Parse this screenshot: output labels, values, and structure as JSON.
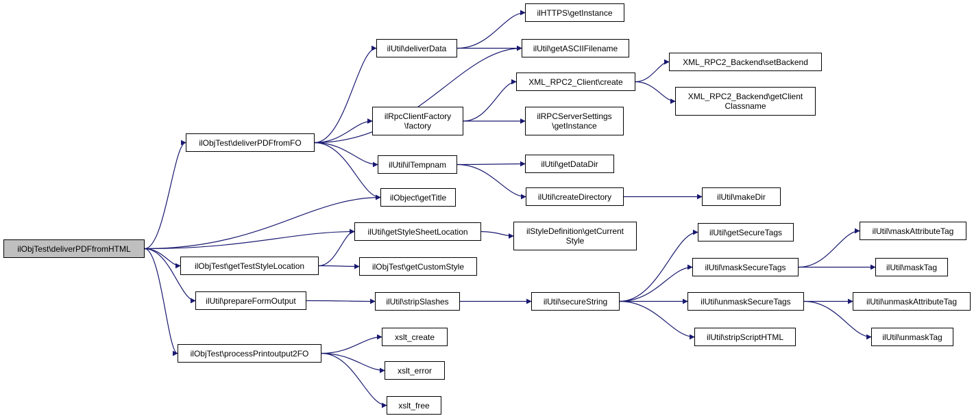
{
  "diagram": {
    "type": "call-graph",
    "colors": {
      "edge": "#191970",
      "root_fill": "#bfbfbf",
      "node_fill": "#ffffff",
      "border": "#000000"
    },
    "nodes": [
      {
        "id": "root",
        "lines": [
          "ilObjTest\\deliverPDFfromHTML"
        ],
        "root": true
      },
      {
        "id": "deliverPDFfromFO",
        "lines": [
          "ilObjTest\\deliverPDFfromFO"
        ]
      },
      {
        "id": "getStyleSheetLocation",
        "lines": [
          "ilUtil\\getStyleSheetLocation"
        ]
      },
      {
        "id": "getTestStyleLocation",
        "lines": [
          "ilObjTest\\getTestStyleLocation"
        ]
      },
      {
        "id": "prepareFormOutput",
        "lines": [
          "ilUtil\\prepareFormOutput"
        ]
      },
      {
        "id": "processPrintoutput2FO",
        "lines": [
          "ilObjTest\\processPrintoutput2FO"
        ]
      },
      {
        "id": "deliverData",
        "lines": [
          "ilUtil\\deliverData"
        ]
      },
      {
        "id": "factory",
        "lines": [
          "ilRpcClientFactory",
          "\\factory"
        ]
      },
      {
        "id": "ilTempnam",
        "lines": [
          "ilUtil\\ilTempnam"
        ]
      },
      {
        "id": "getTitle",
        "lines": [
          "ilObject\\getTitle"
        ]
      },
      {
        "id": "getCurrentStyle",
        "lines": [
          "ilStyleDefinition\\getCurrent",
          "Style"
        ]
      },
      {
        "id": "getCustomStyle",
        "lines": [
          "ilObjTest\\getCustomStyle"
        ]
      },
      {
        "id": "stripSlashes",
        "lines": [
          "ilUtil\\stripSlashes"
        ]
      },
      {
        "id": "xslt_create",
        "lines": [
          "xslt_create"
        ]
      },
      {
        "id": "xslt_error",
        "lines": [
          "xslt_error"
        ]
      },
      {
        "id": "xslt_free",
        "lines": [
          "xslt_free"
        ]
      },
      {
        "id": "httpsGetInstance",
        "lines": [
          "ilHTTPS\\getInstance"
        ]
      },
      {
        "id": "getASCIIFilename",
        "lines": [
          "ilUtil\\getASCIIFilename"
        ]
      },
      {
        "id": "clientCreate",
        "lines": [
          "XML_RPC2_Client\\create"
        ]
      },
      {
        "id": "rpcServerGetInstance",
        "lines": [
          "ilRPCServerSettings",
          "\\getInstance"
        ]
      },
      {
        "id": "getDataDir",
        "lines": [
          "ilUtil\\getDataDir"
        ]
      },
      {
        "id": "createDirectory",
        "lines": [
          "ilUtil\\createDirectory"
        ]
      },
      {
        "id": "secureString",
        "lines": [
          "ilUtil\\secureString"
        ]
      },
      {
        "id": "setBackend",
        "lines": [
          "XML_RPC2_Backend\\setBackend"
        ]
      },
      {
        "id": "getClientClassname",
        "lines": [
          "XML_RPC2_Backend\\getClient",
          "Classname"
        ]
      },
      {
        "id": "makeDir",
        "lines": [
          "ilUtil\\makeDir"
        ]
      },
      {
        "id": "getSecureTags",
        "lines": [
          "ilUtil\\getSecureTags"
        ]
      },
      {
        "id": "maskSecureTags",
        "lines": [
          "ilUtil\\maskSecureTags"
        ]
      },
      {
        "id": "unmaskSecureTags",
        "lines": [
          "ilUtil\\unmaskSecureTags"
        ]
      },
      {
        "id": "stripScriptHTML",
        "lines": [
          "ilUtil\\stripScriptHTML"
        ]
      },
      {
        "id": "maskAttributeTag",
        "lines": [
          "ilUtil\\maskAttributeTag"
        ]
      },
      {
        "id": "maskTag",
        "lines": [
          "ilUtil\\maskTag"
        ]
      },
      {
        "id": "unmaskAttributeTag",
        "lines": [
          "ilUtil\\unmaskAttributeTag"
        ]
      },
      {
        "id": "unmaskTag",
        "lines": [
          "ilUtil\\unmaskTag"
        ]
      }
    ],
    "edges": [
      [
        "root",
        "deliverPDFfromFO"
      ],
      [
        "root",
        "getTitle"
      ],
      [
        "root",
        "getStyleSheetLocation"
      ],
      [
        "root",
        "getTestStyleLocation"
      ],
      [
        "root",
        "prepareFormOutput"
      ],
      [
        "root",
        "processPrintoutput2FO"
      ],
      [
        "deliverPDFfromFO",
        "deliverData"
      ],
      [
        "deliverPDFfromFO",
        "getASCIIFilename"
      ],
      [
        "deliverPDFfromFO",
        "factory"
      ],
      [
        "deliverPDFfromFO",
        "ilTempnam"
      ],
      [
        "deliverPDFfromFO",
        "getTitle"
      ],
      [
        "deliverData",
        "httpsGetInstance"
      ],
      [
        "deliverData",
        "getASCIIFilename"
      ],
      [
        "factory",
        "clientCreate"
      ],
      [
        "factory",
        "rpcServerGetInstance"
      ],
      [
        "clientCreate",
        "setBackend"
      ],
      [
        "clientCreate",
        "getClientClassname"
      ],
      [
        "ilTempnam",
        "getDataDir"
      ],
      [
        "ilTempnam",
        "createDirectory"
      ],
      [
        "createDirectory",
        "makeDir"
      ],
      [
        "getStyleSheetLocation",
        "getCurrentStyle"
      ],
      [
        "getTestStyleLocation",
        "getStyleSheetLocation"
      ],
      [
        "getTestStyleLocation",
        "getCustomStyle"
      ],
      [
        "prepareFormOutput",
        "stripSlashes"
      ],
      [
        "stripSlashes",
        "secureString"
      ],
      [
        "secureString",
        "getSecureTags"
      ],
      [
        "secureString",
        "maskSecureTags"
      ],
      [
        "secureString",
        "unmaskSecureTags"
      ],
      [
        "secureString",
        "stripScriptHTML"
      ],
      [
        "maskSecureTags",
        "maskAttributeTag"
      ],
      [
        "maskSecureTags",
        "maskTag"
      ],
      [
        "unmaskSecureTags",
        "unmaskAttributeTag"
      ],
      [
        "unmaskSecureTags",
        "unmaskTag"
      ],
      [
        "processPrintoutput2FO",
        "xslt_create"
      ],
      [
        "processPrintoutput2FO",
        "xslt_error"
      ],
      [
        "processPrintoutput2FO",
        "xslt_free"
      ]
    ]
  }
}
